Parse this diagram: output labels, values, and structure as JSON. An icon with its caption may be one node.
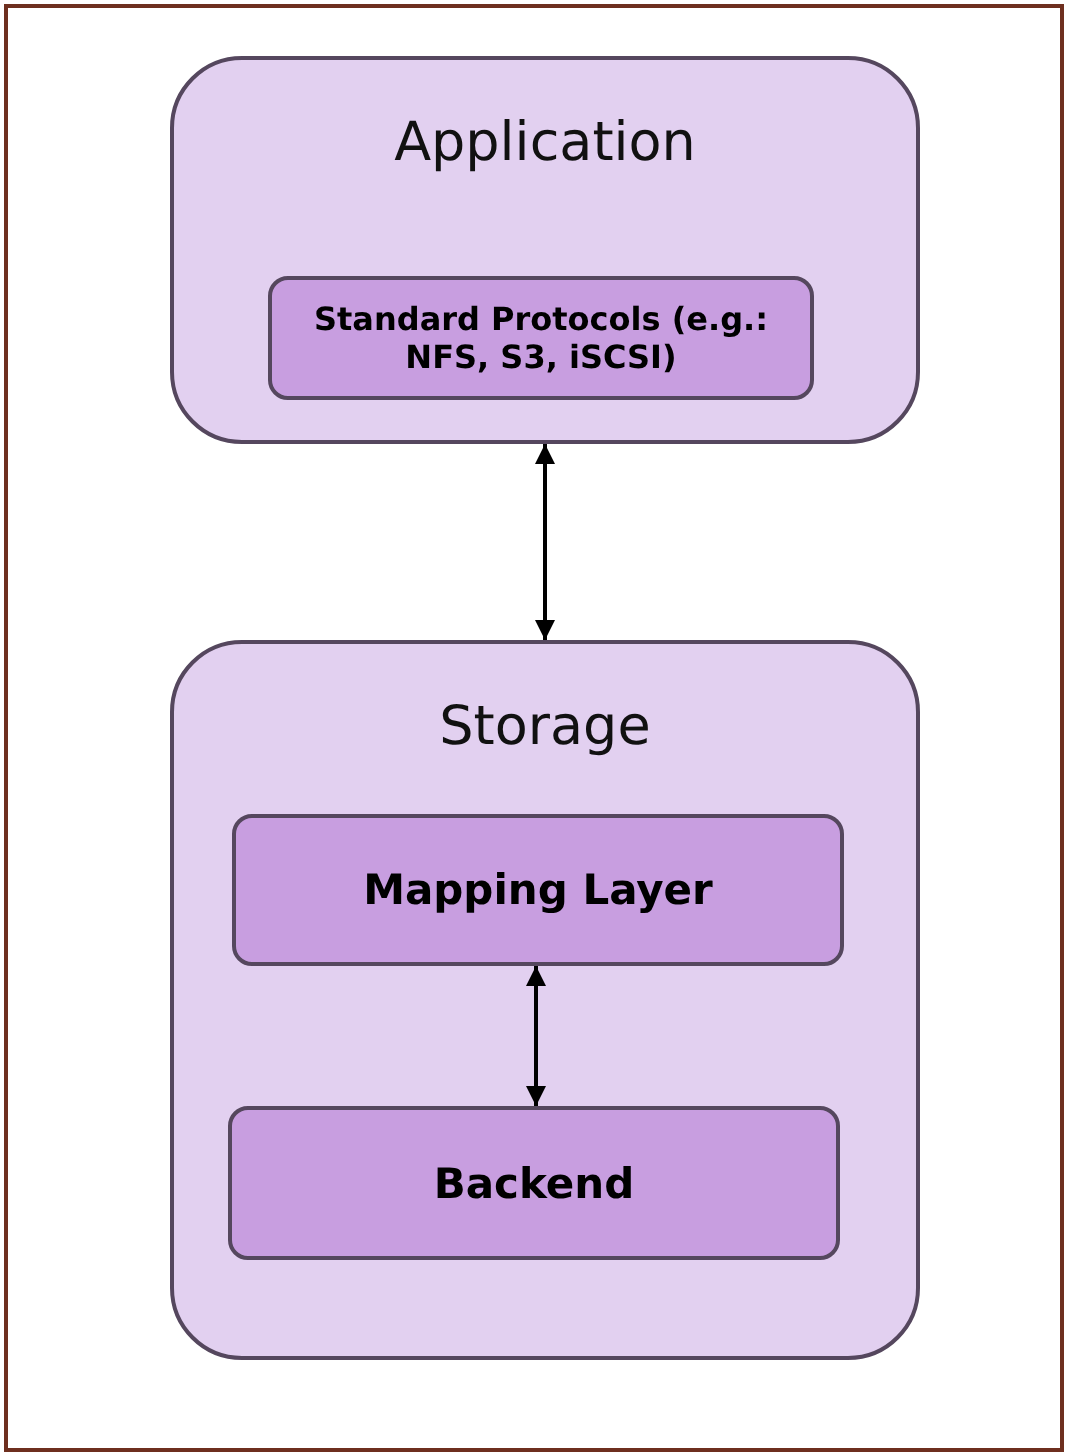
{
  "diagram": {
    "nodes": [
      {
        "text": [
          "Application"
        ]
      },
      {
        "text": [
          "Standard Protocols (e.g.: NFS, S3, iSCSI)"
        ],
        "in": 0
      },
      {
        "text": [
          "Storage"
        ]
      },
      {
        "text": [
          "Mapping Layer"
        ],
        "in": 2
      },
      {
        "text": [
          "Backend"
        ],
        "in": 2
      }
    ],
    "edges": [
      {
        "from": 0,
        "to": 2,
        "arrow": "both"
      },
      {
        "from": 3,
        "to": 4,
        "arrow": "both"
      }
    ]
  }
}
